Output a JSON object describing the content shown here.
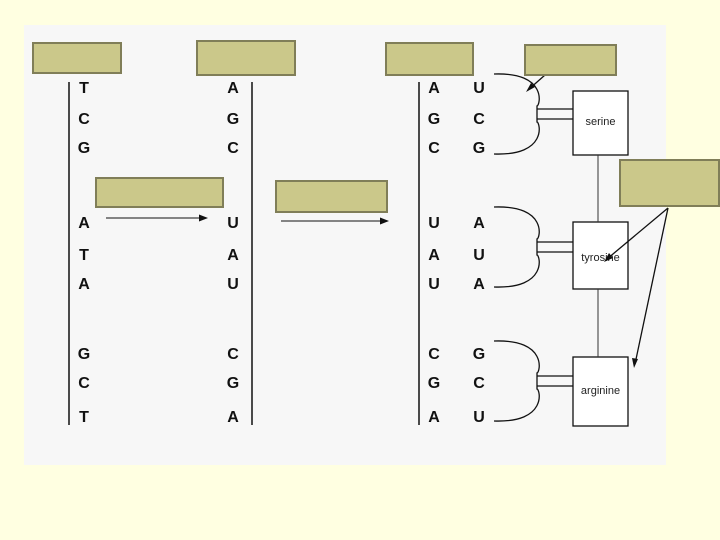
{
  "dna_template_strand": [
    "T",
    "C",
    "G",
    "A",
    "T",
    "A",
    "G",
    "C",
    "T"
  ],
  "mrna_strand": [
    "A",
    "G",
    "C",
    "U",
    "A",
    "U",
    "C",
    "G",
    "A"
  ],
  "codon_strand": [
    "A",
    "G",
    "C",
    "U",
    "A",
    "U",
    "C",
    "G",
    "A"
  ],
  "anticodons": [
    "U",
    "C",
    "G",
    "A",
    "U",
    "A",
    "G",
    "C",
    "U"
  ],
  "amino_acids": [
    "serine",
    "tyrosine",
    "arginine"
  ],
  "colors": {
    "background": "#ffffe1",
    "panel": "#f7f7f7",
    "label_box_fill": "#cbc88a",
    "label_box_border": "#807e58",
    "line": "#111111"
  }
}
